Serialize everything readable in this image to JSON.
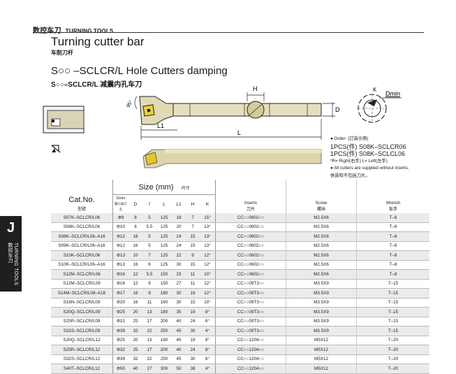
{
  "header": {
    "cn": "数控车刀",
    "en": "TURNING TOOLS"
  },
  "page_title": "Turning cutter bar",
  "page_subtitle": "车削刀杆",
  "series_title": "S○○ –SCLCR/L Hole Cutters damping",
  "series_subtitle": "S○○–SCLCR/L  减震内孔车刀",
  "side_tab": {
    "letter": "J",
    "text": "TURNING TOOLS 数控车刀"
  },
  "drawing": {
    "dim_h": "H",
    "dim_d": "D",
    "dim_l1": "L1",
    "dim_l": "L",
    "dim_k": "K",
    "dim_dmin": "Dmin",
    "angle": "95°"
  },
  "order_info": {
    "order_label": "● Order: (訂貨示例)",
    "order_right": "1PCS(件) S08K–SCLCR06",
    "order_left": "1PCS(件) S08K–SCLCL06",
    "hand_note": "*R= Right(右手)   L= Left(左手)",
    "note_en": "● All cutters are supplied without inserts.",
    "note_cn": "供貨時不包括刀片。"
  },
  "table": {
    "cat_label": "Cat.No.",
    "cat_sub": "型號",
    "size_label": "Size (mm)",
    "size_sub": "尺寸",
    "columns": [
      "Dmin 最小加工孔",
      "D",
      "f",
      "L",
      "L1",
      "H",
      "K"
    ],
    "dmin_label": "Dmin",
    "dmin_sub": "最小加工孔",
    "inserts_label": "Inserts",
    "inserts_sub": "刀片",
    "screw_label": "Screw",
    "screw_sub": "螺絲",
    "wrench_label": "Wrench",
    "wrench_sub": "扳手",
    "rows": [
      [
        "S07K–SCLCR/L06",
        "Φ9",
        "8",
        "5",
        "125",
        "18",
        "7",
        "15°",
        "CC○○0602○○",
        "M2.5X6",
        "T–8"
      ],
      [
        "S08K–SCLCR/L06",
        "Φ10",
        "8",
        "5.5",
        "125",
        "20",
        "7",
        "13°",
        "CC○○0602○○",
        "M2.5X6",
        "T–8"
      ],
      [
        "S08K–SCLCR/L06–A16",
        "Φ12",
        "16",
        "5",
        "125",
        "24",
        "15",
        "13°",
        "CC○○0602○○",
        "M2.5X6",
        "T–8"
      ],
      [
        "S09K–SCLCR/L06–A16",
        "Φ12",
        "16",
        "5",
        "125",
        "24",
        "15",
        "13°",
        "CC○○0602○○",
        "M2.5X6",
        "T–8"
      ],
      [
        "S10K–SCLCR/L06",
        "Φ13",
        "10",
        "7",
        "125",
        "22",
        "9",
        "12°",
        "CC○○0602○○",
        "M2.5X6",
        "T–8"
      ],
      [
        "S10K–SCLCR/L06–A16",
        "Φ13",
        "16",
        "6",
        "125",
        "30",
        "15",
        "12°",
        "CC○○0602○○",
        "M2.5X6",
        "T–8"
      ],
      [
        "S12M–SCLCR/L06",
        "Φ16",
        "12",
        "5.5",
        "150",
        "23",
        "11",
        "10°",
        "CC○○0602○○",
        "M2.5X6",
        "T–8"
      ],
      [
        "S12M–SCLCR/L09",
        "Φ16",
        "12",
        "9",
        "150",
        "27",
        "11",
        "12°",
        "CC○○09T3○○",
        "M3.5X9",
        "T–15"
      ],
      [
        "S14M–SCLCR/L09–A16",
        "Φ17",
        "16",
        "9",
        "180",
        "30",
        "19",
        "12°",
        "CC○○09T3○○",
        "M3.5X9",
        "T–15"
      ],
      [
        "S16N–SCLCR/L09",
        "Φ20",
        "16",
        "11",
        "160",
        "30",
        "15",
        "10°",
        "CC○○09T3○○",
        "M3.5X9",
        "T–15"
      ],
      [
        "S20Q–SCLCR/L09",
        "Φ25",
        "20",
        "13",
        "180",
        "35",
        "19",
        "8°",
        "CC○○09T3○○",
        "M3.5X9",
        "T–15"
      ],
      [
        "S25R–SCLCR/L09",
        "Φ31",
        "25",
        "17",
        "200",
        "40",
        "24",
        "6°",
        "CC○○09T3○○",
        "M3.5X9",
        "T–15"
      ],
      [
        "S32S–SCLCR/L09",
        "Φ39",
        "32",
        "22",
        "250",
        "45",
        "30",
        "4°",
        "CC○○09T3○○",
        "M3.5X9",
        "T–15"
      ],
      [
        "S20Q–SCLCR/L12",
        "Φ25",
        "20",
        "13",
        "180",
        "45",
        "19",
        "8°",
        "CC○○1204○○",
        "M5X12",
        "T–20"
      ],
      [
        "S25R–SCLCR/L12",
        "Φ32",
        "25",
        "17",
        "200",
        "40",
        "24",
        "8°",
        "CC○○1204○○",
        "M5X12",
        "T–20"
      ],
      [
        "S32S–SCLCR/L12",
        "Φ39",
        "32",
        "22",
        "250",
        "45",
        "30",
        "6°",
        "CC○○1204○○",
        "M5X12",
        "T–20"
      ],
      [
        "S40T–SCLCR/L12",
        "Φ50",
        "40",
        "27",
        "300",
        "50",
        "38",
        "4°",
        "CC○○1204○○",
        "M5X12",
        "T–20"
      ]
    ]
  }
}
